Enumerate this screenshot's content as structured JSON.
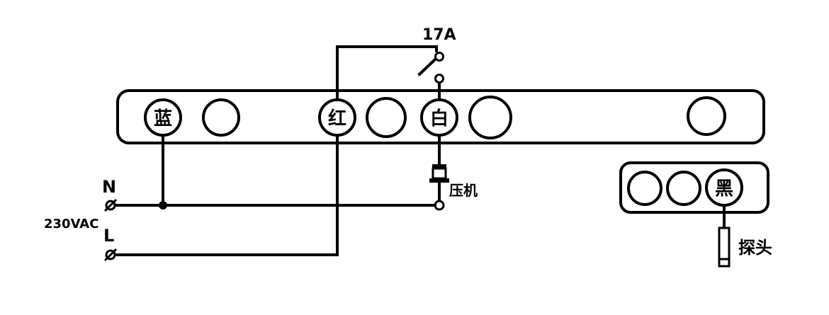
{
  "diagram": {
    "colors": {
      "line": "#000000",
      "background": "#ffffff"
    },
    "main_strip": {
      "terminals": [
        {
          "id": "t1",
          "label": "蓝"
        },
        {
          "id": "t2",
          "label": ""
        },
        {
          "id": "t3",
          "label": "红"
        },
        {
          "id": "t4",
          "label": ""
        },
        {
          "id": "t5",
          "label": "白"
        },
        {
          "id": "t6",
          "label": ""
        },
        {
          "id": "t7",
          "label": ""
        }
      ]
    },
    "probe_strip": {
      "terminals": [
        {
          "id": "p1",
          "label": ""
        },
        {
          "id": "p2",
          "label": ""
        },
        {
          "id": "p3",
          "label": "黑"
        }
      ]
    },
    "labels": {
      "relay_rating": "17A",
      "neutral": "N",
      "line": "L",
      "supply": "230VAC",
      "compressor": "压机",
      "probe": "探头"
    }
  }
}
